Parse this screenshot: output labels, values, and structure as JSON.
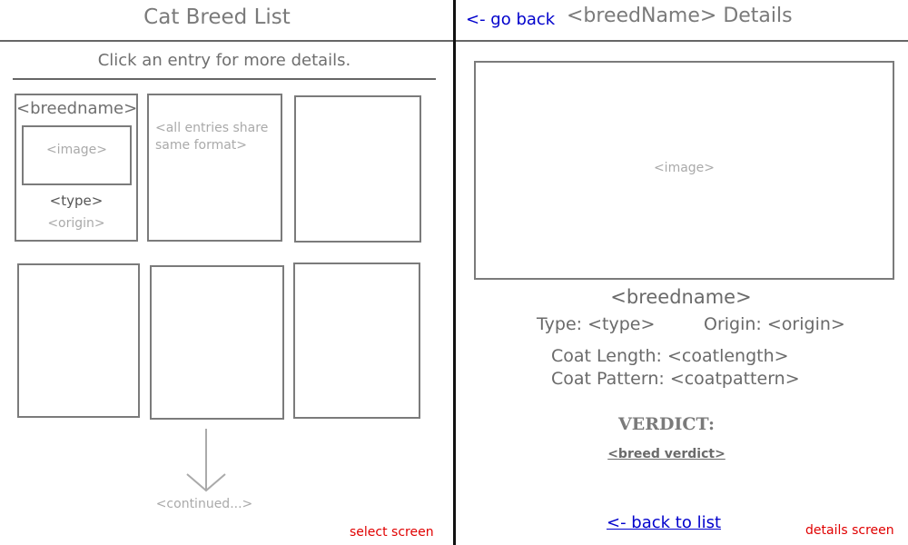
{
  "left_panel": {
    "title": "Cat Breed List",
    "instructions": "Click an entry for more details.",
    "sample_entry": {
      "breedname": "<breedname>",
      "image": "<image>",
      "type": "<type>",
      "origin": "<origin>"
    },
    "format_note": "<all entries share same format>",
    "continued": "<continued...>",
    "screen_label": "select screen"
  },
  "right_panel": {
    "go_back": "<- go back",
    "title": "<breedName> Details",
    "image": "<image>",
    "breedname": "<breedname>",
    "type": "Type: <type>",
    "origin": "Origin: <origin>",
    "coat_length": "Coat Length: <coatlength>",
    "coat_pattern": "Coat Pattern: <coatpattern>",
    "verdict_heading": "VERDICT:",
    "verdict_value": "<breed verdict>",
    "back_to_list": "<- back to list",
    "screen_label": "details screen"
  },
  "colors": {
    "link": "#0000cc",
    "annotation": "#e00000",
    "wireframe_line": "#7b7b7b"
  }
}
